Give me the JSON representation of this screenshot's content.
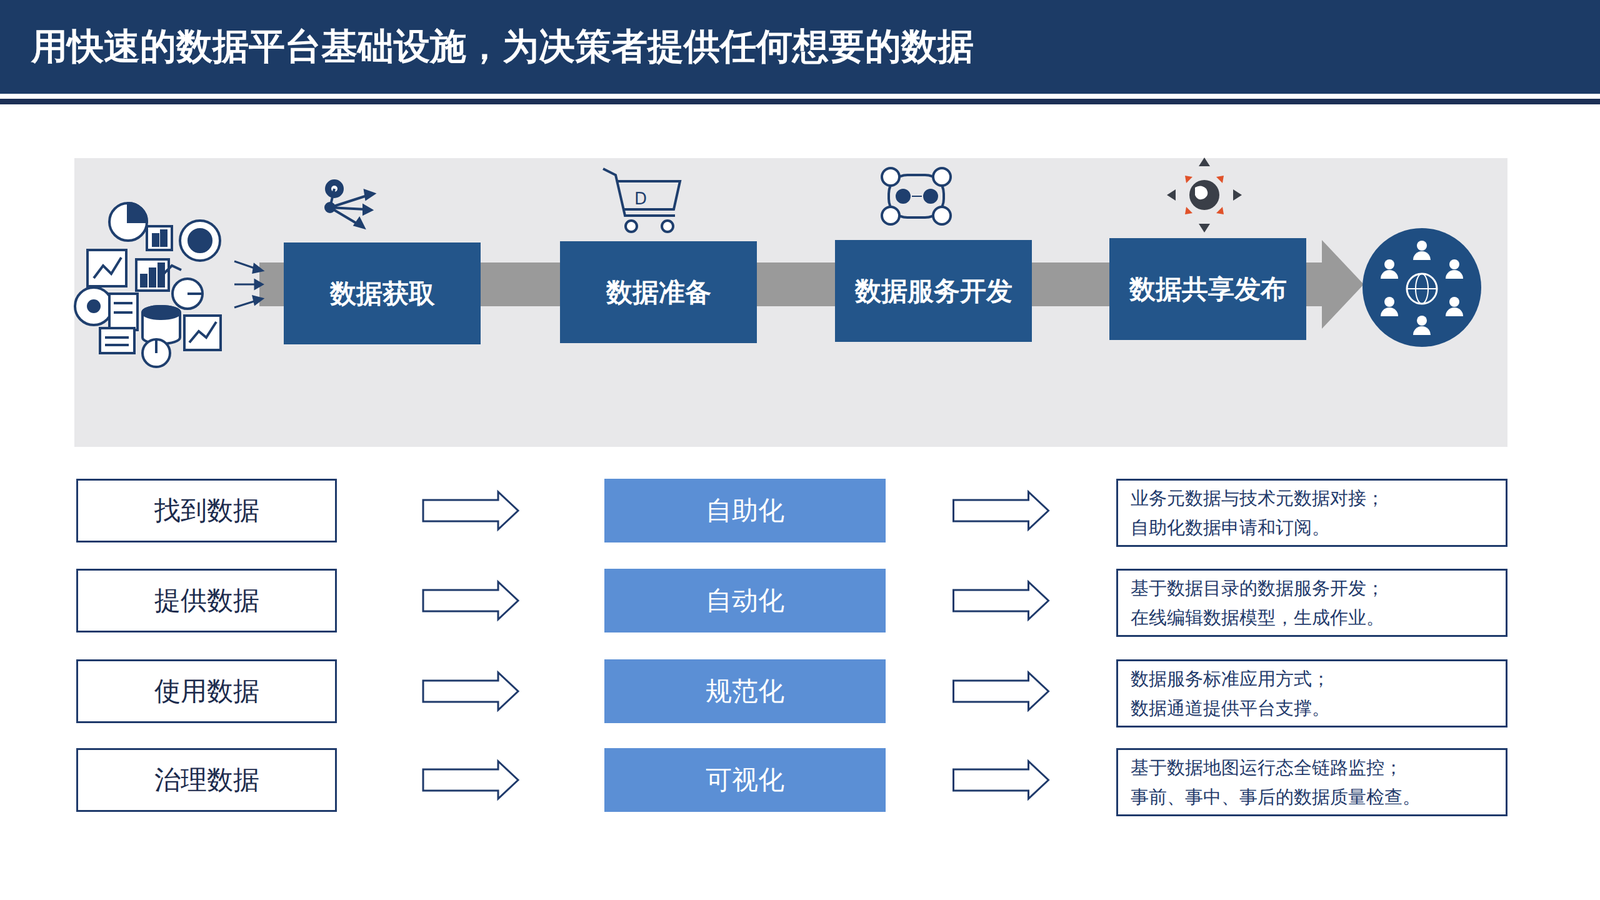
{
  "diagram": {
    "title": "用快速的数据平台基础设施，为决策者提供任何想要的数据",
    "nodes": [
      {
        "text": [
          "数据获取"
        ]
      },
      {
        "text": [
          "数据准备"
        ]
      },
      {
        "text": [
          "数据服务开发"
        ]
      },
      {
        "text": [
          "数据共享发布"
        ]
      },
      {
        "text": [
          "找到数据"
        ]
      },
      {
        "text": [
          "自助化"
        ]
      },
      {
        "text": [
          "业务元数据与技术元数据对接；",
          "自助化数据申请和订阅。"
        ]
      },
      {
        "text": [
          "提供数据"
        ]
      },
      {
        "text": [
          "自动化"
        ]
      },
      {
        "text": [
          "基于数据目录的数据服务开发；",
          "在线编辑数据模型，生成作业。"
        ]
      },
      {
        "text": [
          "使用数据"
        ]
      },
      {
        "text": [
          "规范化"
        ]
      },
      {
        "text": [
          "数据服务标准应用方式；",
          "数据通道提供平台支撑。"
        ]
      },
      {
        "text": [
          "治理数据"
        ]
      },
      {
        "text": [
          "可视化"
        ]
      },
      {
        "text": [
          "基于数据地图运行态全链路监控；",
          "事前、事中、事后的数据质量检查。"
        ]
      }
    ],
    "edges": [
      {
        "from": 0,
        "to": 1,
        "arrow": "none"
      },
      {
        "from": 1,
        "to": 2,
        "arrow": "none"
      },
      {
        "from": 2,
        "to": 3,
        "arrow": "none"
      },
      {
        "from": 4,
        "to": 5,
        "arrow": "to"
      },
      {
        "from": 5,
        "to": 6,
        "arrow": "to"
      },
      {
        "from": 7,
        "to": 8,
        "arrow": "to"
      },
      {
        "from": 8,
        "to": 9,
        "arrow": "to"
      },
      {
        "from": 10,
        "to": 11,
        "arrow": "to"
      },
      {
        "from": 11,
        "to": 12,
        "arrow": "to"
      },
      {
        "from": 13,
        "to": 14,
        "arrow": "to"
      },
      {
        "from": 14,
        "to": 15,
        "arrow": "to"
      }
    ],
    "labels": [
      "D"
    ]
  }
}
